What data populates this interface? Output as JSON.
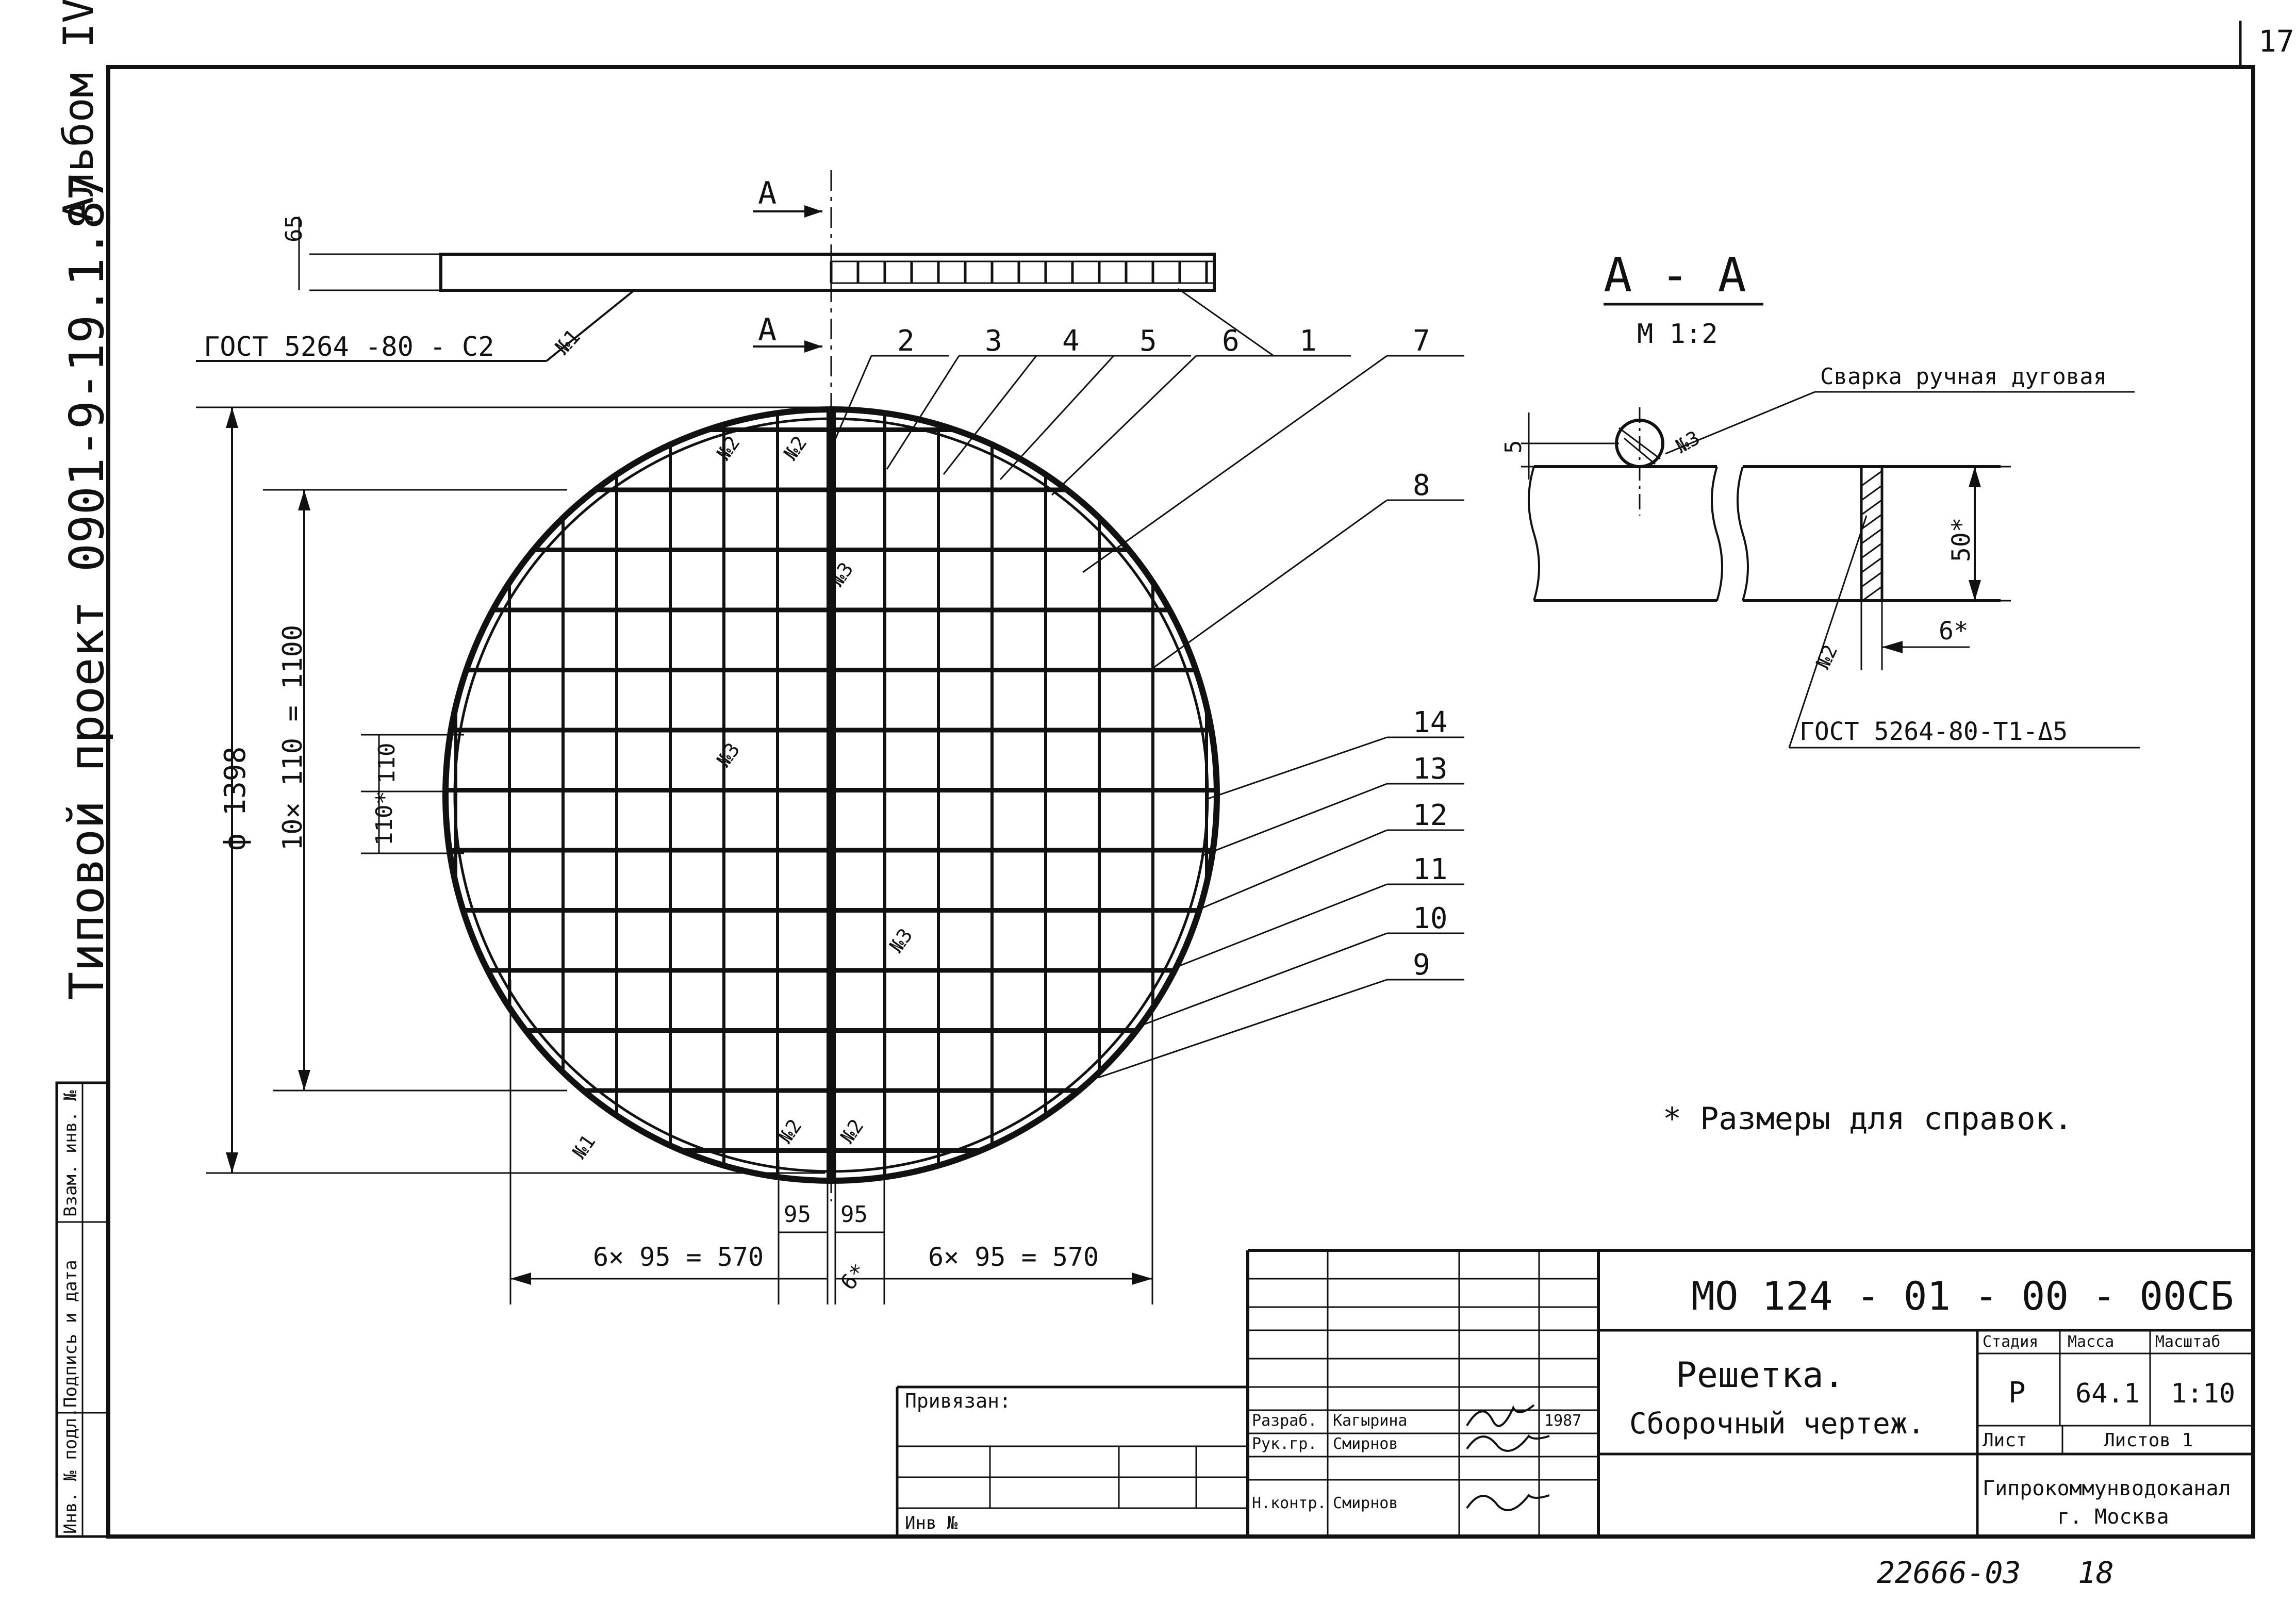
{
  "sheet": {
    "page_number": "17",
    "album": "Альбом IV",
    "side_title": "Типовой   проект 0901-9-19.1.87",
    "stamp_number": "22666-03",
    "stamp_sheet": "18"
  },
  "top_view": {
    "height_dim": "65",
    "weld_note": "ГОСТ 5264 -80 - С2",
    "weld_mark": "№1",
    "section_letter": "А"
  },
  "callouts": [
    "2",
    "3",
    "4",
    "5",
    "6",
    "1",
    "7",
    "8",
    "14",
    "13",
    "12",
    "11",
    "10",
    "9"
  ],
  "grid": {
    "diameter": "ф 1398",
    "rows_dim": "10× 110 = 1100",
    "pitch": "110",
    "pitch_ref": "110*",
    "left_dim": "6× 95 = 570",
    "right_dim": "6× 95 = 570",
    "pitch_x": "95",
    "gap": "6*",
    "marks": {
      "m1": "№1",
      "m2": "№2",
      "m3": "№3"
    },
    "rows": 10,
    "cols": 14
  },
  "section": {
    "title": "А - А",
    "scale": "М 1:2",
    "weld_note": "Сварка ручная дуговая",
    "mark3": "№3",
    "mark2": "№2",
    "dim_5": "5",
    "dim_50": "50*",
    "dim_6": "6*",
    "gost": "ГОСТ 5264-80-Т1-Δ5"
  },
  "note": "* Размеры для справок.",
  "title_block": {
    "code": "МО 124 - 01 - 00 - 00СБ",
    "name_line1": "Решетка.",
    "name_line2": "Сборочный чертеж.",
    "stage_h": "Стадия",
    "mass_h": "Масса",
    "scale_h": "Масштаб",
    "stage": "Р",
    "mass": "64.1",
    "scale": "1:10",
    "sheet_h": "Лист",
    "sheets_h": "Листов 1",
    "org1": "Гипрокоммунводоканал",
    "org2": "г. Москва",
    "role1": "Разраб.",
    "name1": "Кагырина",
    "year": "1987",
    "role2": "Рук.гр.",
    "name2": "Смирнов",
    "role3": "Н.контр.",
    "name3": "Смирнов",
    "bound": "Привязан:",
    "inv": "Инв №"
  },
  "left_strip": [
    "Инв. № подл.",
    "Подпись и дата",
    "Взам. инв. №"
  ]
}
